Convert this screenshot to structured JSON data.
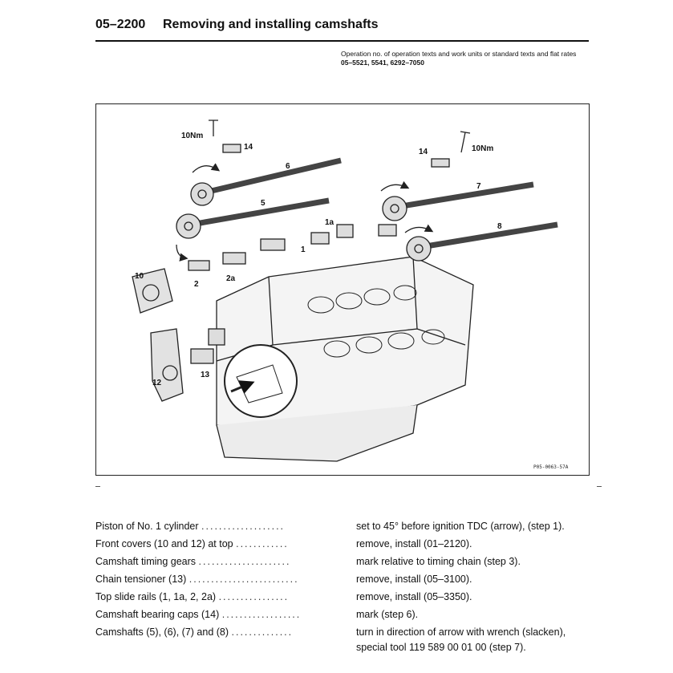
{
  "header": {
    "section_number": "05–2200",
    "title": "Removing and installing camshafts"
  },
  "operation_note": {
    "text": "Operation no. of operation texts and work units or standard texts and flat rates",
    "codes": "05–5521, 5541, 6292–7050"
  },
  "figure": {
    "code": "P05-0063-57A",
    "labels": {
      "torque_left": "10Nm",
      "torque_right": "10Nm",
      "cap_left": "14",
      "cap_right": "14",
      "cam5": "5",
      "cam6": "6",
      "cam7": "7",
      "cam8": "8",
      "rail1": "1",
      "rail1a": "1a",
      "rail2": "2",
      "rail2a": "2a",
      "cover10": "10",
      "cover12": "12",
      "tensioner13": "13"
    }
  },
  "steps": [
    {
      "label": "Piston of No. 1 cylinder",
      "action": "set to 45° before ignition TDC (arrow), (step 1)."
    },
    {
      "label": "Front covers (10 and 12) at top",
      "action": "remove, install (01–2120)."
    },
    {
      "label": "Camshaft timing gears",
      "action": "mark relative to timing chain (step 3)."
    },
    {
      "label": "Chain tensioner (13)",
      "action": "remove, install (05–3100)."
    },
    {
      "label": "Top slide rails (1, 1a, 2, 2a)",
      "action": "remove, install (05–3350)."
    },
    {
      "label": "Camshaft bearing caps (14)",
      "action": "mark (step 6)."
    },
    {
      "label": "Camshafts (5), (6), (7) and (8)",
      "action": "turn in direction of arrow with wrench (slacken),",
      "action_line2": "special tool 119 589 00 01 00 (step 7)."
    }
  ]
}
